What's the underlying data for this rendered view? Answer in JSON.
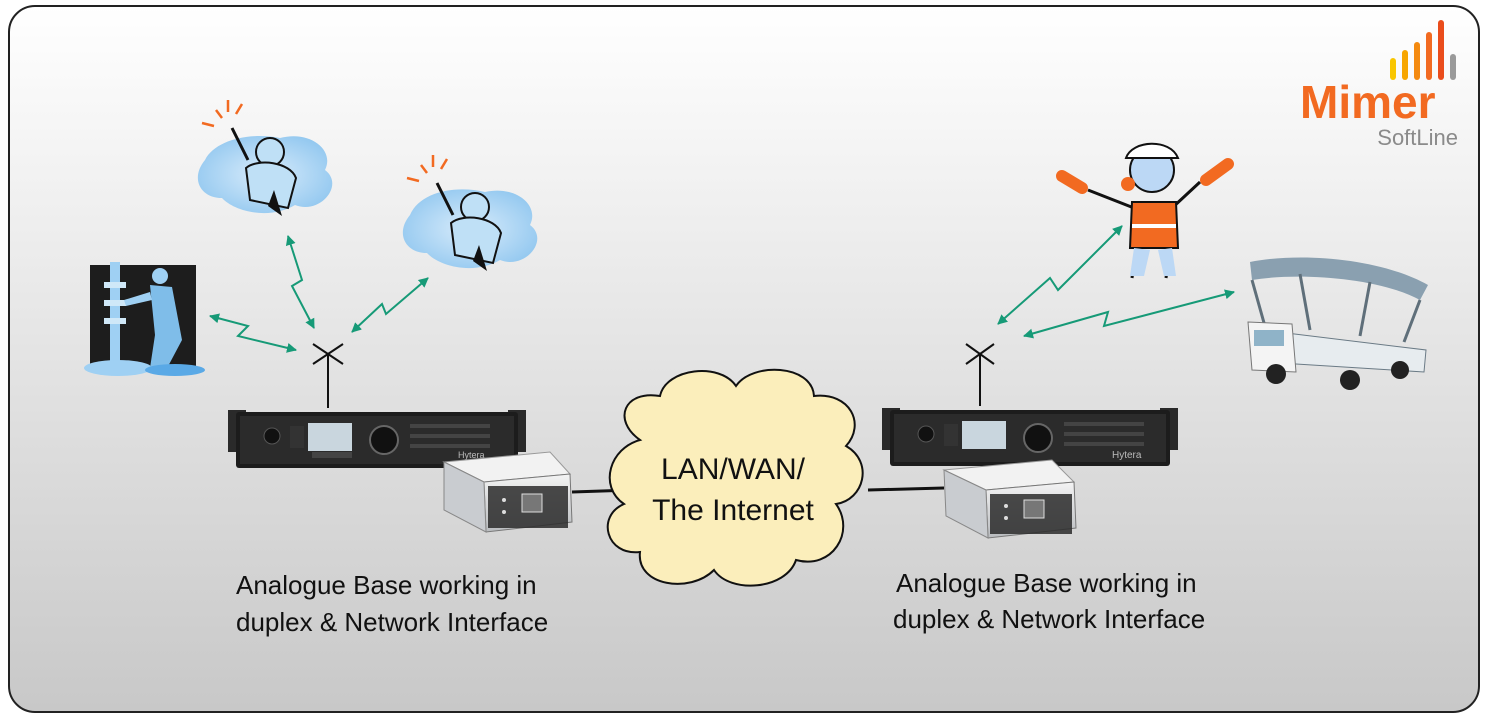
{
  "logo": {
    "brand": "Mimer",
    "product": "SoftLine"
  },
  "cloud": {
    "line1": "LAN/WAN/",
    "line2": "The Internet"
  },
  "left_site": {
    "caption_line1": "Analogue Base working in",
    "caption_line2": "duplex & Network Interface",
    "radio_brand": "Hytera"
  },
  "right_site": {
    "caption_line1": "Analogue Base working in",
    "caption_line2": "duplex & Network Interface",
    "radio_brand": "Hytera"
  },
  "colors": {
    "link": "#169a77",
    "cloud_fill": "#fbeebb",
    "logo_orange": "#f26a21",
    "logo_gray": "#8a8a8a",
    "figure_blue": "#5aa9e6"
  },
  "icons": [
    "pole-worker-icon",
    "radio-user-icon",
    "marshaller-icon",
    "truck-icon",
    "antenna-icon",
    "repeater-icon",
    "network-interface-icon",
    "cloud-icon"
  ]
}
